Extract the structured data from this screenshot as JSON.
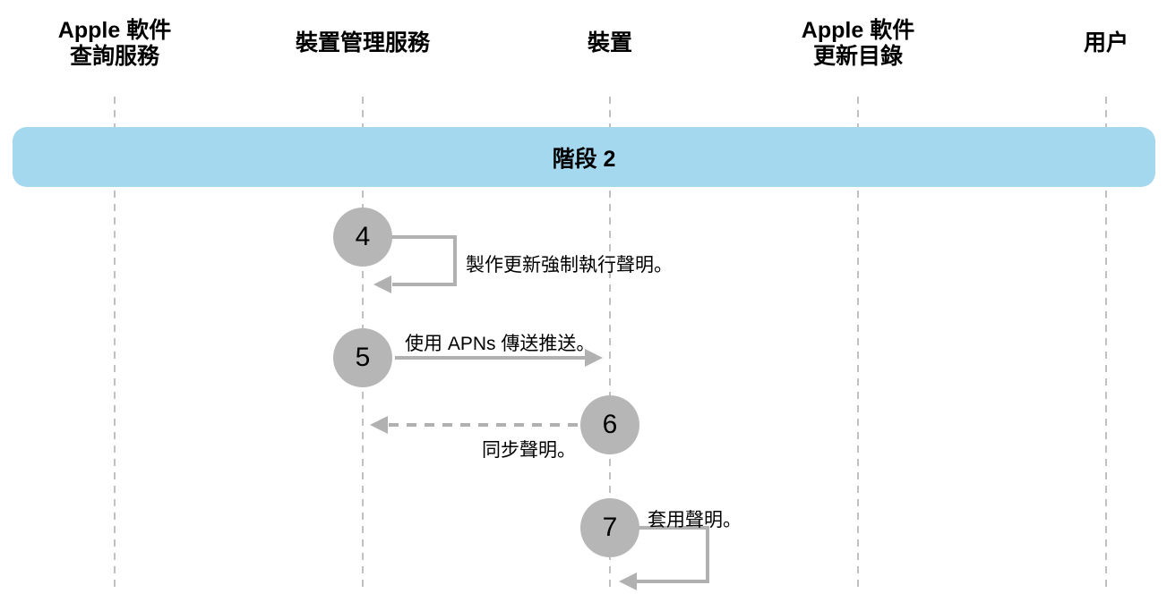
{
  "diagram": {
    "banner_label": "階段 2",
    "lanes": [
      {
        "label": "Apple 軟件\n查詢服務"
      },
      {
        "label": "裝置管理服務"
      },
      {
        "label": "裝置"
      },
      {
        "label": "Apple 軟件\n更新目錄"
      },
      {
        "label": "用户"
      }
    ],
    "steps": [
      {
        "number": "4",
        "label": "製作更新強制執行聲明。"
      },
      {
        "number": "5",
        "label": "使用 APNs 傳送推送。"
      },
      {
        "number": "6",
        "label": "同步聲明。"
      },
      {
        "number": "7",
        "label": "套用聲明。"
      }
    ],
    "colors": {
      "banner": "#a4d8ee",
      "step_circle": "#b6b6b6",
      "arrow": "#b1b1b1",
      "lifeline": "#c0c0c0"
    }
  }
}
